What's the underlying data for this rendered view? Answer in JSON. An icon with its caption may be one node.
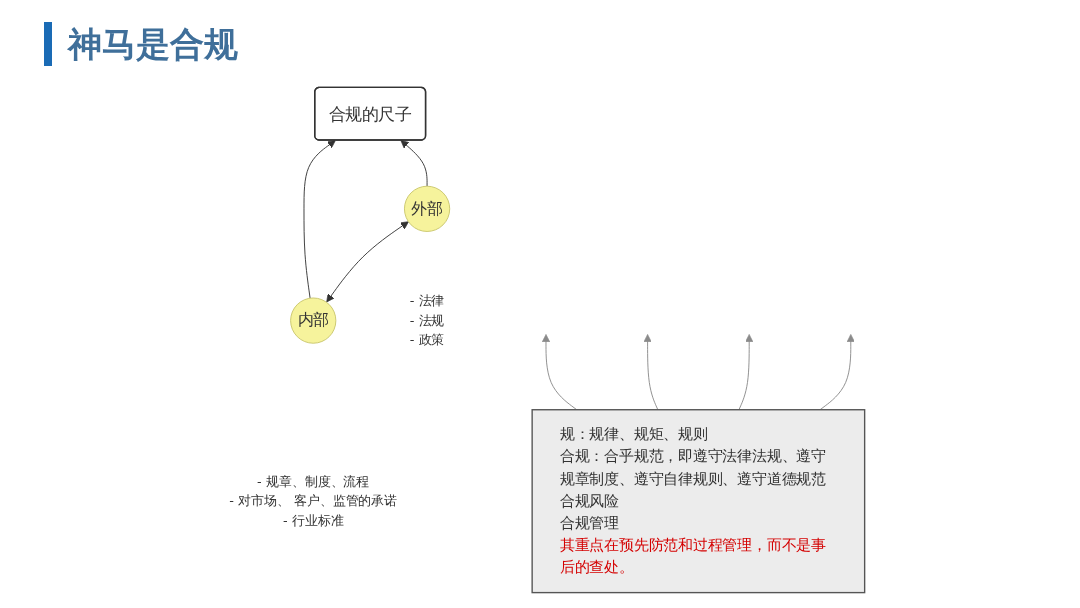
{
  "diagram": {
    "title": "神马是合规",
    "nodes": [
      {
        "text": [
          "合规的尺子"
        ]
      },
      {
        "text": [
          "内部"
        ],
        "beside": [
          "- 规章、制度、流程",
          "- 对市场、 客户、监管的承诺",
          "- 行业标准"
        ]
      },
      {
        "text": [
          "外部"
        ],
        "beside": [
          "- 法律",
          "- 法规",
          "- 政策"
        ]
      },
      {
        "text": [
          "规：规律、规矩、规则",
          "合规：合乎规范，即遵守法律法规、遵守规章制度、遵守自律规则、遵守道德规范",
          "合规风险",
          "合规管理",
          "其重点在预先防范和过程管理，而不是事后的查处。"
        ]
      }
    ],
    "edges": [
      {
        "from": 1,
        "to": 0,
        "arrow": "to"
      },
      {
        "from": 2,
        "to": 0,
        "arrow": "to"
      },
      {
        "from": 1,
        "to": 2,
        "arrow": "both"
      },
      {
        "from": 3,
        "to": null,
        "arrow": "to",
        "color": "#8a8a8a"
      },
      {
        "from": 3,
        "to": null,
        "arrow": "to",
        "color": "#8a8a8a"
      },
      {
        "from": 3,
        "to": null,
        "arrow": "to",
        "color": "#8a8a8a"
      },
      {
        "from": 3,
        "to": null,
        "arrow": "to",
        "color": "#8a8a8a"
      }
    ]
  }
}
